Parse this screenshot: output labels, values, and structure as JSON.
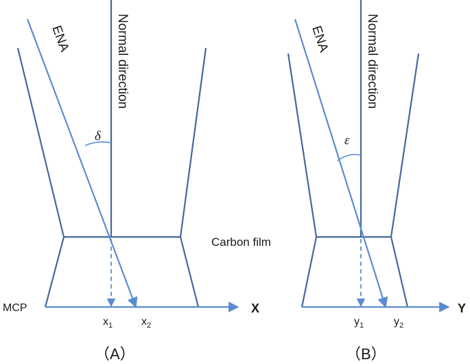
{
  "panel_a": {
    "ray_label": "ENA",
    "normal_label": "Normal direction",
    "angle_label": "δ",
    "axis_label": "X",
    "pos1_main": "x",
    "pos1_sub": "1",
    "pos2_main": "x",
    "pos2_sub": "2",
    "mcp_label": "MCP",
    "panel_label": "（A）"
  },
  "panel_b": {
    "ray_label": "ENA",
    "normal_label": "Normal direction",
    "angle_label": "ε",
    "axis_label": "Y",
    "pos1_main": "y",
    "pos1_sub": "1",
    "pos2_main": "y",
    "pos2_sub": "2",
    "panel_label": "（B）"
  },
  "carbon_film_label": "Carbon film",
  "colors": {
    "structure_line": "#44689c",
    "ray_line": "#5b8bd0",
    "text": "#1a1a1a"
  }
}
